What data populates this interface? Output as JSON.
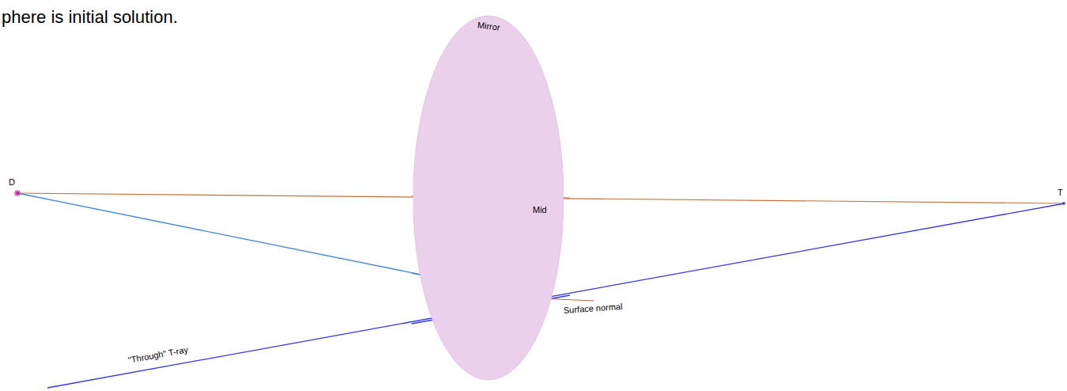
{
  "diagram": {
    "nodes": [
      {
        "text": [
          "Mirror"
        ]
      }
    ],
    "labels": [
      "phere is initial solution.",
      "D",
      "T",
      "Mid",
      "Surface normal",
      "\"Through\" T-ray"
    ]
  }
}
